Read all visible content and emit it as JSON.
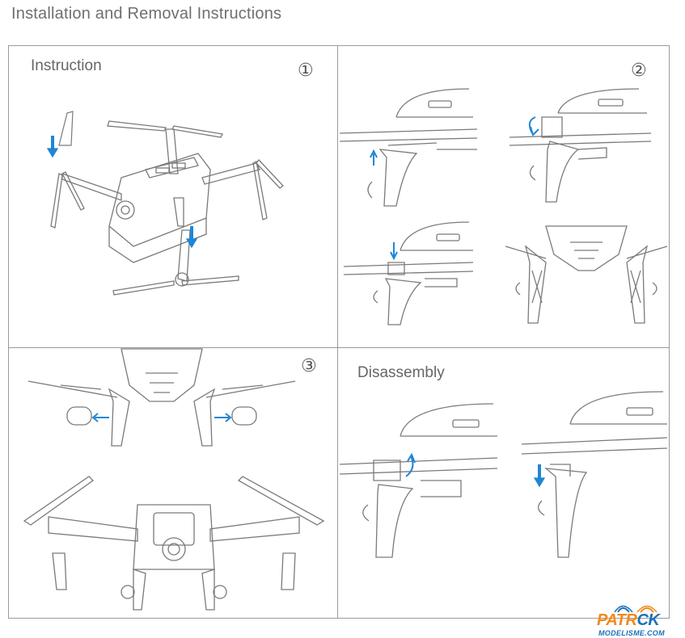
{
  "header": {
    "title": "Installation and Removal Instructions"
  },
  "panels": {
    "instruction": {
      "label": "Instruction",
      "step": "①"
    },
    "step2": {
      "step": "②"
    },
    "step3": {
      "step": "③"
    },
    "disassembly": {
      "label": "Disassembly"
    }
  },
  "watermark": {
    "brand_a": "PATR",
    "brand_b": "CK",
    "sub": "MODELISME.COM"
  },
  "colors": {
    "arrow": "#1f86d6",
    "line": "#7a7a7a",
    "border": "#9a9a9a",
    "logo_orange": "#f08a1c",
    "logo_blue": "#1b72b8"
  }
}
